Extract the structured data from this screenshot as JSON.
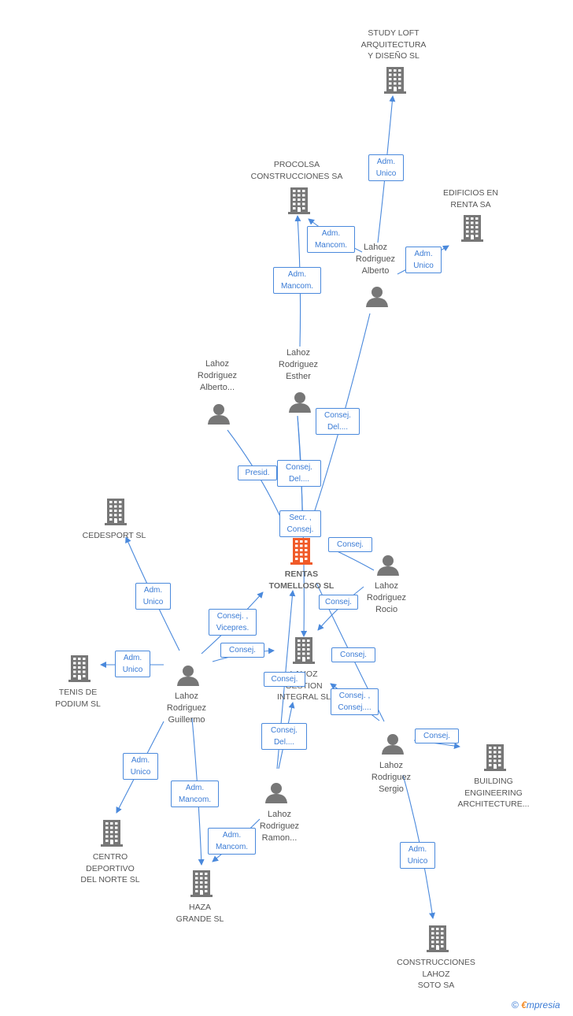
{
  "colors": {
    "edge": "#4a89dc",
    "node": "#777777",
    "focus": "#f05a28"
  },
  "nodes": {
    "rentas": {
      "type": "company",
      "focus": true,
      "label": "RENTAS\nTOMELLOSO SL"
    },
    "study": {
      "type": "company",
      "label": "STUDY LOFT\nARQUITECTURA\nY DISEÑO SL"
    },
    "procolsa": {
      "type": "company",
      "label": "PROCOLSA\nCONSTRUCCIONES SA"
    },
    "edificios": {
      "type": "company",
      "label": "EDIFICIOS EN\nRENTA SA"
    },
    "cedesport": {
      "type": "company",
      "label": "CEDESPORT SL"
    },
    "tenis": {
      "type": "company",
      "label": "TENIS DE\nPODIUM SL"
    },
    "lahozgestion": {
      "type": "company",
      "label": "LAHOZ\nGESTION\nINTEGRAL SL"
    },
    "building": {
      "type": "company",
      "label": "BUILDING\nENGINEERING\nARCHITECTURE..."
    },
    "centro": {
      "type": "company",
      "label": "CENTRO\nDEPORTIVO\nDEL NORTE SL"
    },
    "haza": {
      "type": "company",
      "label": "HAZA\nGRANDE SL"
    },
    "construcciones": {
      "type": "company",
      "label": "CONSTRUCCIONES\nLAHOZ\nSOTO SA"
    },
    "alberto": {
      "type": "person",
      "label": "Lahoz\nRodriguez\nAlberto"
    },
    "alberto2": {
      "type": "person",
      "label": "Lahoz\nRodriguez\nAlberto..."
    },
    "esther": {
      "type": "person",
      "label": "Lahoz\nRodriguez\nEsther"
    },
    "rocio": {
      "type": "person",
      "label": "Lahoz\nRodriguez\nRocio"
    },
    "guillermo": {
      "type": "person",
      "label": "Lahoz\nRodriguez\nGuillermo"
    },
    "ramon": {
      "type": "person",
      "label": "Lahoz\nRodriguez\nRamon..."
    },
    "sergio": {
      "type": "person",
      "label": "Lahoz\nRodriguez\nSergio"
    }
  },
  "relations": {
    "r1": "Adm.\nUnico",
    "r2": "Adm.\nMancom.",
    "r3": "Adm.\nUnico",
    "r4": "Adm.\nMancom.",
    "r5": "Consej.\nDel....",
    "r6": "Presid.",
    "r7": "Consej.\nDel....",
    "r8": "Secr. ,\nConsej.",
    "r9": "Consej.",
    "r10": "Adm.\nUnico",
    "r11": "Consej. ,\nVicepres.",
    "r12": "Consej.",
    "r13": "Consej.",
    "r14": "Adm.\nUnico",
    "r15": "Consej.",
    "r16": "Consej.",
    "r17": "Consej. ,\nConsej....",
    "r18": "Consej.\nDel....",
    "r19": "Consej.",
    "r20": "Adm.\nUnico",
    "r21": "Adm.\nMancom.",
    "r22": "Adm.\nMancom.",
    "r23": "Adm.\nUnico"
  },
  "footer": {
    "copyright": "©",
    "e": "€",
    "brand": "mpresia"
  }
}
